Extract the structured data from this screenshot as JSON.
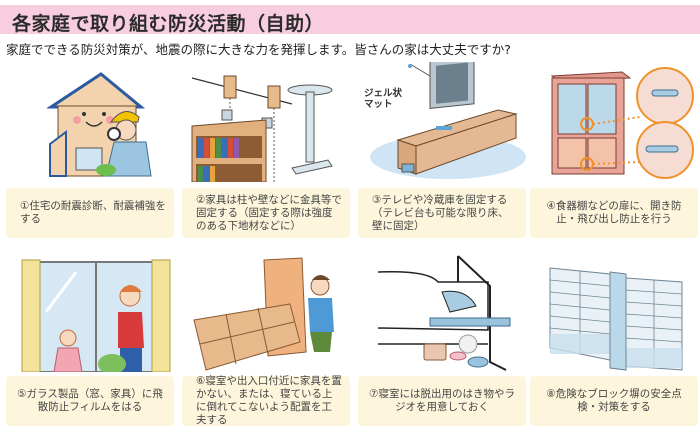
{
  "header": {
    "title": "各家庭で取り組む防災活動（自助）",
    "subtitle": "家庭でできる防災対策が、地震の際に大きな力を発揮します。皆さんの家は大丈夫ですか?",
    "band_color": "#f8cde0"
  },
  "card_color": "#fdf6dc",
  "items": [
    {
      "number": "①",
      "text": "①住宅の耐震診断、耐震補強をする",
      "illustration": "house-inspection"
    },
    {
      "number": "②",
      "text": "②家具は柱や壁などに金具等で固定する（固定する際は強度のある下地材などに）",
      "illustration": "bookshelf-bracket"
    },
    {
      "number": "③",
      "text": "③テレビや冷蔵庫を固定する（テレビ台も可能な限り床、壁に固定）",
      "illustration": "tv-stand",
      "callout": "ジェル状マット"
    },
    {
      "number": "④",
      "text": "④食器棚などの扉に、開き防止・飛び出し防止を行う",
      "illustration": "cupboard-latch"
    },
    {
      "number": "⑤",
      "text": "⑤ガラス製品（窓、家具）に飛散防止フィルムをはる",
      "illustration": "window-film"
    },
    {
      "number": "⑥",
      "text": "⑥寝室や出入口付近に家具を置かない、または、寝ている上に倒れてこないよう配置を工夫する",
      "illustration": "falling-furniture"
    },
    {
      "number": "⑦",
      "text": "⑦寝室には脱出用のはき物やラジオを用意しておく",
      "illustration": "bedside-shoes-radio"
    },
    {
      "number": "⑧",
      "text": "⑧危険なブロック塀の安全点検・対策をする",
      "illustration": "block-wall"
    }
  ]
}
